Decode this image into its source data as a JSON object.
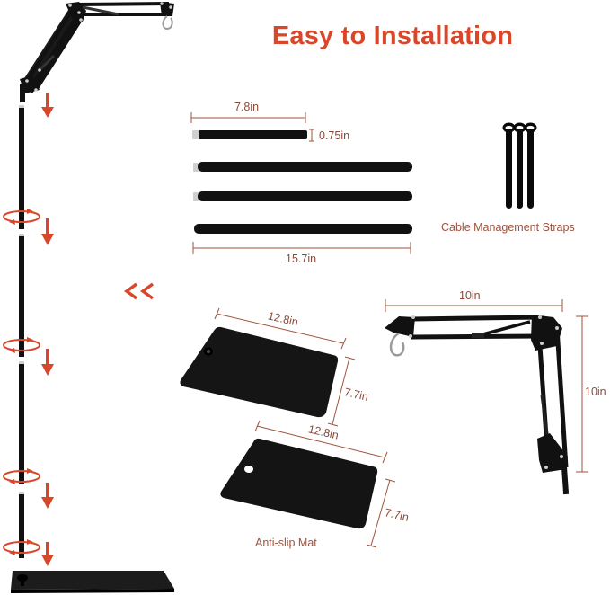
{
  "title": "Easy to Installation",
  "colors": {
    "title": "#d9472b",
    "arrow": "#d9472b",
    "dimension": "#a0523d",
    "product": "#111111",
    "metal": "#c8c8c8"
  },
  "icons": {
    "down_arrow": "down-arrow-icon",
    "rotate": "rotate-icon",
    "double_chevron_left": "double-chevron-left-icon"
  },
  "poles": {
    "short_pole_length": "7.8in",
    "pole_diameter": "0.75in",
    "long_pole_length": "15.7in",
    "short_count": 1,
    "long_count": 3
  },
  "straps": {
    "caption": "Cable Management Straps",
    "count": 3
  },
  "mats": {
    "top_mat": {
      "width": "12.8in",
      "depth": "7.7in"
    },
    "bottom_mat": {
      "width": "12.8in",
      "depth": "7.7in"
    },
    "caption": "Anti-slip Mat"
  },
  "arm": {
    "width": "10in",
    "height": "10in"
  },
  "assembly": {
    "steps": [
      {
        "type": "down-arrow"
      },
      {
        "type": "rotate-and-down"
      },
      {
        "type": "rotate-and-down"
      },
      {
        "type": "rotate-and-down"
      },
      {
        "type": "rotate-and-down"
      }
    ]
  }
}
